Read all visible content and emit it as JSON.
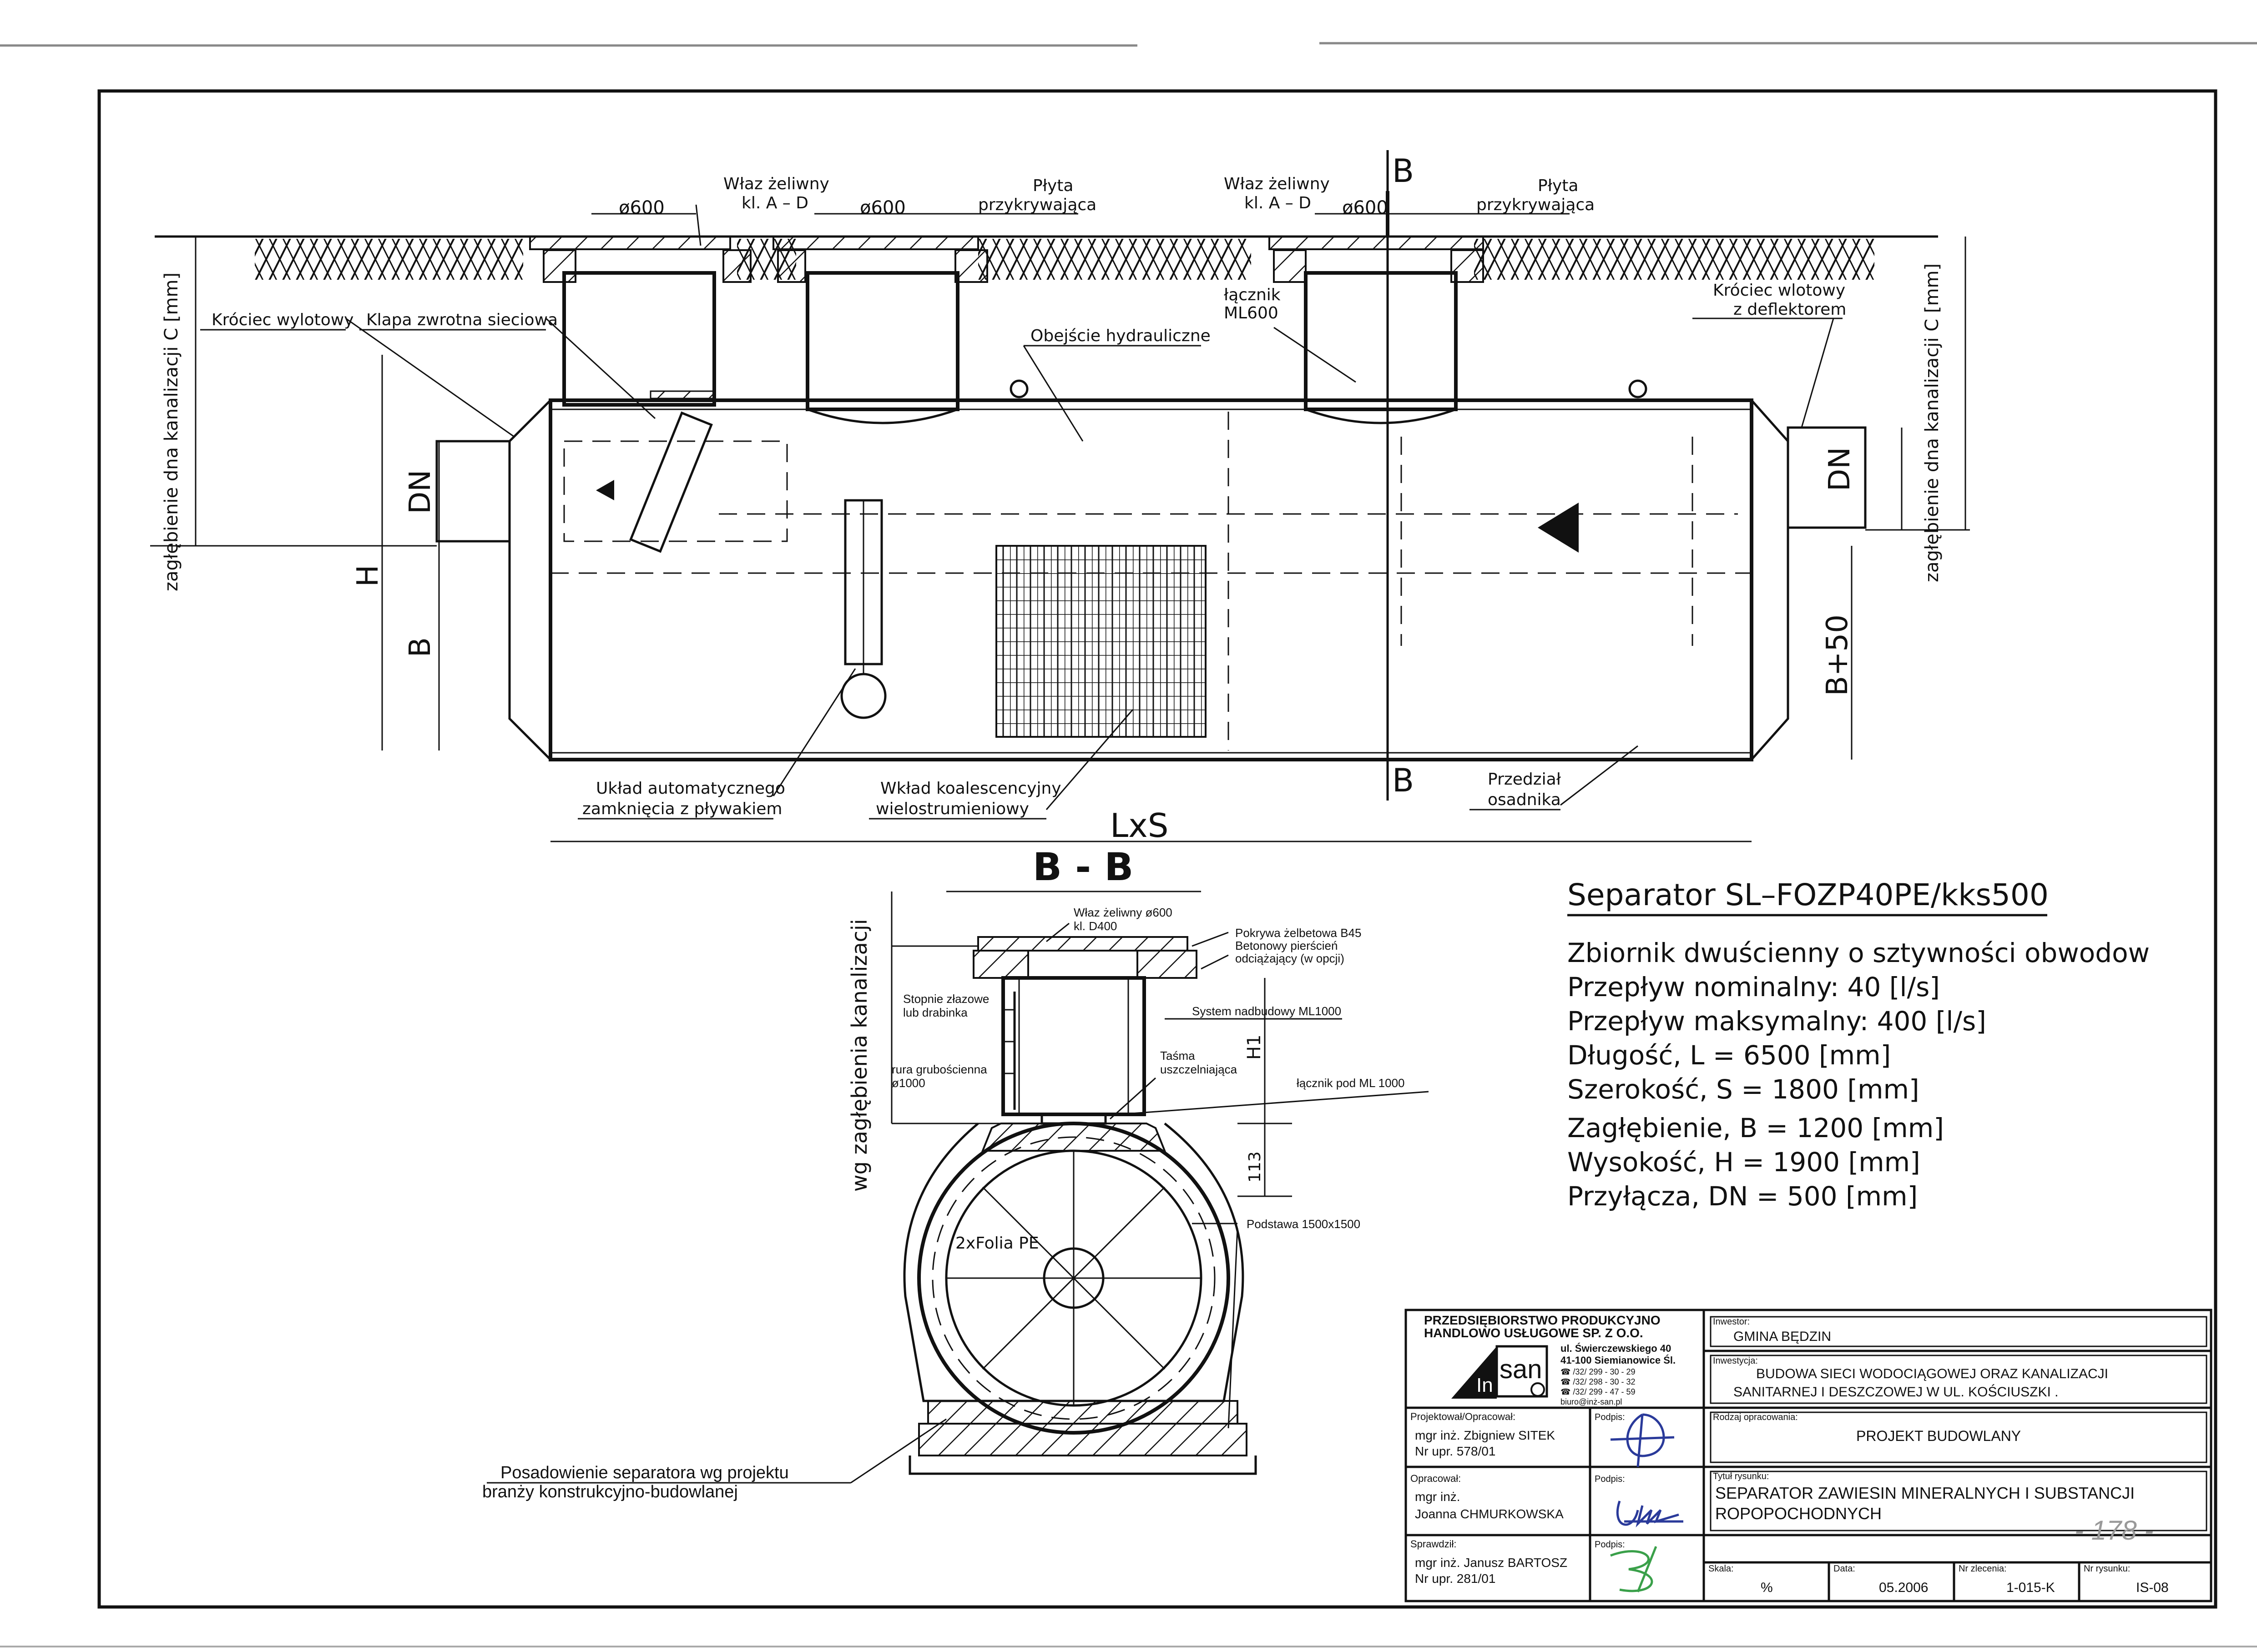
{
  "main_view": {
    "labels": {
      "wlaz_1": "Właz żeliwny",
      "wlaz_1_cls": "kl. A – D",
      "wlaz_2": "Właz żeliwny",
      "wlaz_2_cls": "kl. A – D",
      "d600_a": "ø600",
      "d600_b": "ø600",
      "d600_c": "ø600",
      "plyta_1": "Płyta",
      "plyta_1b": "przykrywająca",
      "plyta_2": "Płyta",
      "plyta_2b": "przykrywająca",
      "section_mark_top": "B",
      "section_mark_bottom": "B",
      "krociec_wylotowy": "Króciec wylotowy",
      "klapa": "Klapa zwrotna sieciowa",
      "obejscie": "Obejście hydrauliczne",
      "lacznik_1": "łącznik",
      "lacznik_2": "ML600",
      "krociec_wlotowy_1": "Króciec wlotowy",
      "krociec_wlotowy_2": "z deflektorem",
      "uklad_1": "Układ automatycznego",
      "uklad_2": "zamknięcia z pływakiem",
      "wklad_1": "Wkład koalescencyjny",
      "wklad_2": "wielostrumieniowy",
      "przedzial_1": "Przedział",
      "przedzial_2": "osadnika",
      "dim_lxs": "LxS",
      "dim_h": "H",
      "dim_b": "B",
      "dim_dn_left": "DN",
      "dim_dn_right": "DN",
      "dim_b50": "B+50",
      "side_left": "zagłębienie dna kanalizacji C [mm]",
      "side_right": "zagłębienie dna kanalizacji C [mm]"
    }
  },
  "section_view": {
    "title": "B - B",
    "side_label": "wg zagłębienia kanalizacji",
    "labels": {
      "wlaz": "Właz żeliwny ø600",
      "wlaz_cls": "kl. D400",
      "pokrywa": "Pokrywa żelbetowa B45",
      "pierscien": "Betonowy pierścień",
      "odciazajacy": "odciążający (w opcji)",
      "stopnie_1": "Stopnie złazowe",
      "stopnie_2": "lub drabinka",
      "system": "System nadbudowy ML1000",
      "rura_1": "rura grubościenna",
      "rura_2": "ø1000",
      "tasma_1": "Taśma",
      "tasma_2": "uszczelniająca",
      "lacznik": "łącznik pod ML 1000",
      "h1": "H1",
      "d113": "113",
      "folia": "2xFolia PE",
      "podstawa": "Podstawa 1500x1500",
      "posadowienie_1": "Posadowienie separatora wg projektu",
      "posadowienie_2": "branży konstrukcyjno-budowlanej"
    }
  },
  "specs": {
    "title": "Separator SL–FOZP40PE/kks500",
    "lines": [
      "Zbiornik dwuścienny o sztywności obwodow",
      "Przepływ nominalny: 40 [l/s]",
      "Przepływ maksymalny: 400 [l/s]",
      "Długość, L = 6500 [mm]",
      "Szerokość, S = 1800 [mm]",
      "Zagłębienie, B = 1200 [mm]",
      "Wysokość, H = 1900 [mm]",
      "Przyłącza, DN = 500 [mm]"
    ]
  },
  "title_block": {
    "company_1": "PRZEDSIĘBIORSTWO PRODUKCYJNO",
    "company_2": "HANDLOWO USŁUGOWE SP. Z O.O.",
    "address_1": "ul. Świerczewskiego 40",
    "address_2": "41-100 Siemianowice Śl.",
    "phone_1": "☎ /32/ 299 - 30 - 29",
    "phone_2": "☎ /32/ 298 - 30 - 32",
    "phone_3": "☎ /32/ 299 - 47 - 59",
    "email": "biuro@inż-san.pl",
    "logo_text": "san",
    "logo_prefix": "In",
    "inwestor_label": "Inwestor:",
    "inwestor": "GMINA BĘDZIN",
    "inwestycja_label": "Inwestycja:",
    "inwestycja_1": "BUDOWA SIECI WODOCIĄGOWEJ ORAZ KANALIZACJI",
    "inwestycja_2": "SANITARNEJ I DESZCZOWEJ W UL. KOŚCIUSZKI .",
    "projektowal_label": "Projektował/Opracował:",
    "projektowal_1": "mgr inż. Zbigniew SITEK",
    "projektowal_2": "Nr upr. 578/01",
    "podpis_label_1": "Podpis:",
    "rodzaj_label": "Rodzaj opracowania:",
    "rodzaj": "PROJEKT BUDOWLANY",
    "opracowal_label": "Opracował:",
    "opracowal_1": "mgr inż.",
    "opracowal_2": "Joanna CHMURKOWSKA",
    "podpis_label_2": "Podpis:",
    "tytul_label": "Tytuł rysunku:",
    "tytul_1": "SEPARATOR ZAWIESIN MINERALNYCH I SUBSTANCJI",
    "tytul_2": "ROPOPOCHODNYCH",
    "handwritten_number": "- 178 -",
    "sprawdzil_label": "Sprawdził:",
    "sprawdzil_1": "mgr inż. Janusz BARTOSZ",
    "sprawdzil_2": "Nr upr. 281/01",
    "podpis_label_3": "Podpis:",
    "skala_label": "Skala:",
    "skala": "%",
    "data_label": "Data:",
    "data": "05.2006",
    "nr_zlecenia_label": "Nr zlecenia:",
    "nr_zlecenia": "1-015-K",
    "nr_rysunku_label": "Nr rysunku:",
    "nr_rysunku": "IS-08"
  }
}
